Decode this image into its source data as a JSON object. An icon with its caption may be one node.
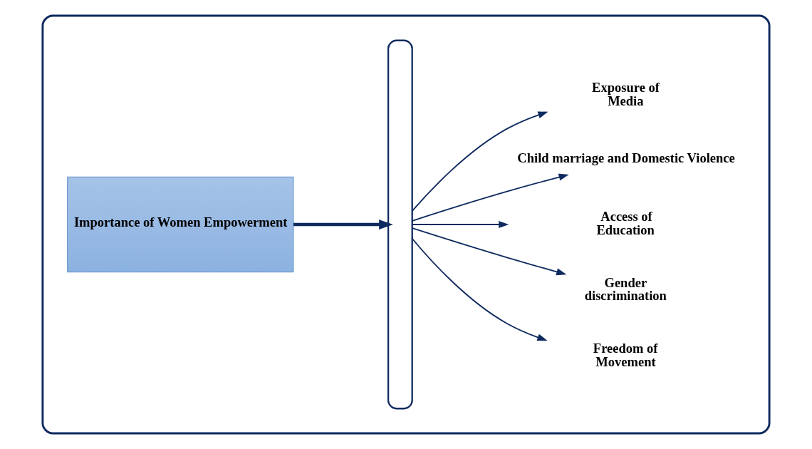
{
  "diagram": {
    "nodes": [
      {
        "text": [],
        "shape": "box"
      },
      {
        "text": [
          "Importance of Women Empowerment"
        ],
        "in": 0
      },
      {
        "text": [],
        "shape": "bracket",
        "in": 0
      },
      {
        "text": [
          "Freedom of Movement"
        ],
        "in": 0
      },
      {
        "text": [
          "Gender discrimination"
        ],
        "in": 0
      },
      {
        "text": [
          "Access of Education"
        ],
        "in": 0
      },
      {
        "text": [
          "Child marriage and Domestic Violence"
        ],
        "in": 0
      },
      {
        "text": [
          "Exposure of Media"
        ],
        "in": 0
      }
    ],
    "edges": [
      {
        "from": 1,
        "to": 2,
        "arrow": "to",
        "style": "thick"
      },
      {
        "from": 2,
        "to": 3,
        "arrow": "to"
      },
      {
        "from": 2,
        "to": 4,
        "arrow": "to"
      },
      {
        "from": 2,
        "to": 5,
        "arrow": "to"
      },
      {
        "from": 2,
        "to": 6,
        "arrow": "to"
      },
      {
        "from": 2,
        "to": 7,
        "arrow": "to"
      }
    ]
  }
}
